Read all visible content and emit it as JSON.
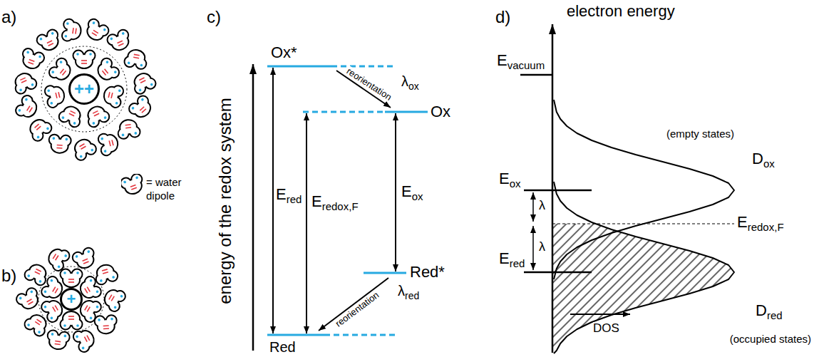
{
  "diagram": {
    "nodes": [
      {
        "text": [
          "++"
        ]
      },
      {
        "text": [
          "+"
        ]
      }
    ],
    "labels": [
      "a)",
      "b)",
      "c)",
      "energy of the redox system",
      "Ox*",
      "reorientation",
      "λox",
      "Ox",
      "Ered",
      "Eredox,F",
      "Eox",
      "Red*",
      "reorientation",
      "λred",
      "Red",
      "d)",
      "electron energy",
      "Evacuum",
      "Eox",
      "(empty states)",
      "Dox",
      "λ",
      "λ",
      "Eredox,F",
      "Ered",
      "Dred",
      "(occupied states)",
      "DOS"
    ],
    "legend": [
      {
        "text": "= water dipole"
      }
    ]
  }
}
